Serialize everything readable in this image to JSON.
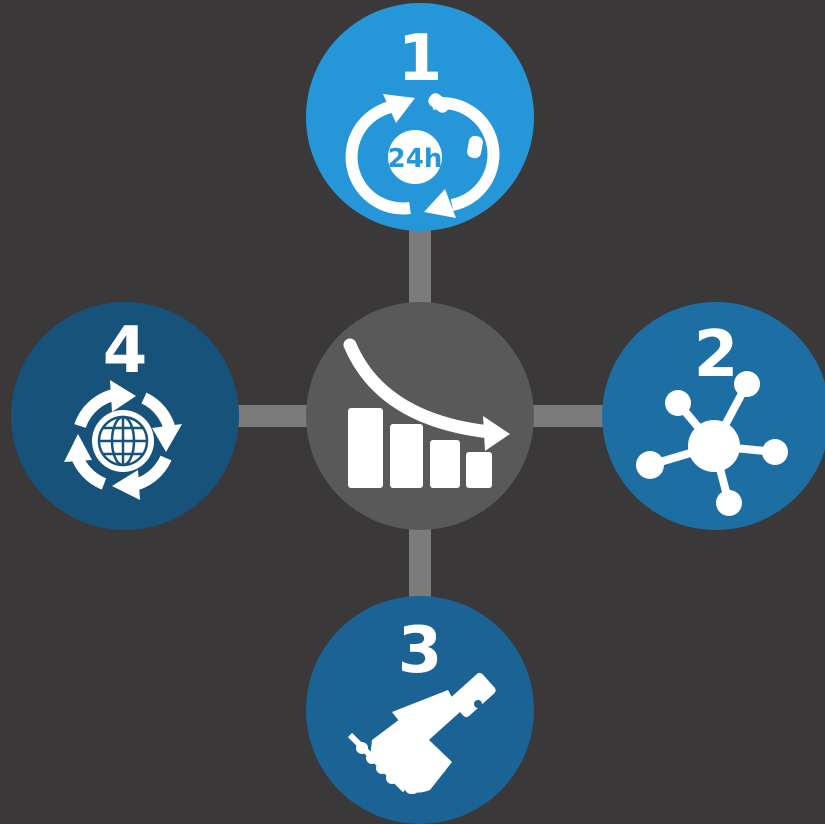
{
  "background_color": "#3a3839",
  "connector_color": "#7b7b7b",
  "hub": {
    "icon": "declining-bar-chart-icon",
    "color": "#595959"
  },
  "nodes": [
    {
      "number": "1",
      "icon": "24h-phone-support-icon",
      "color": "#2597d9"
    },
    {
      "number": "2",
      "icon": "network-hub-icon",
      "color": "#1d6ea3"
    },
    {
      "number": "3",
      "icon": "handshake-icon",
      "color": "#1a6394"
    },
    {
      "number": "4",
      "icon": "global-cycle-icon",
      "color": "#17527b"
    }
  ],
  "labels": {
    "badge_24h": "24h"
  }
}
